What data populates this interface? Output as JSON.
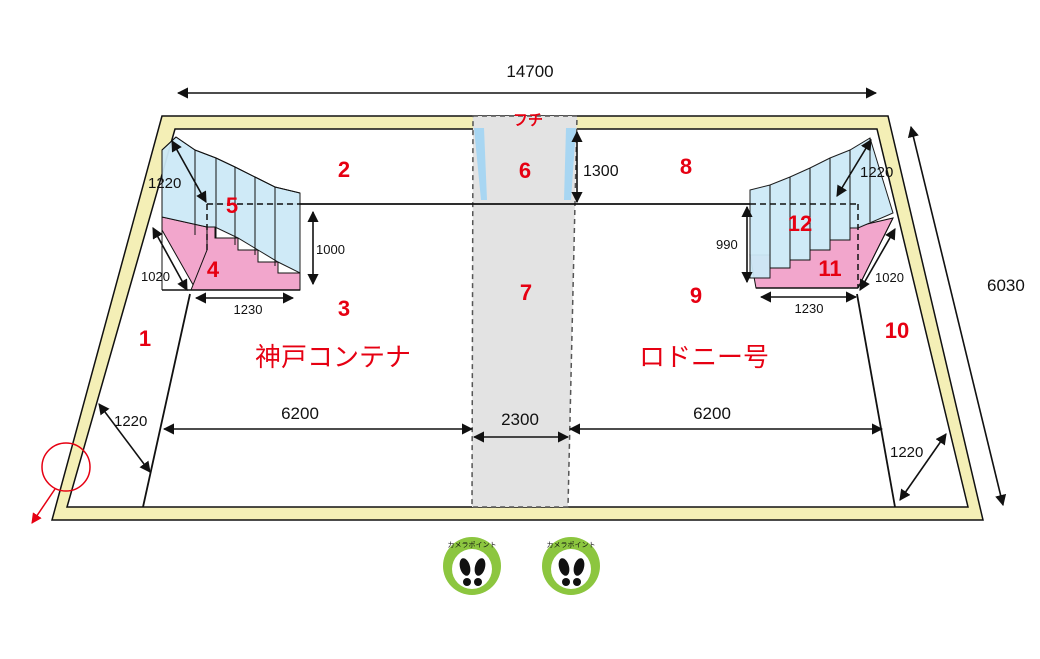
{
  "dimensions": {
    "overall_width": "14700",
    "overall_depth": "6030",
    "center_rear_depth": "1300",
    "left_width": "6200",
    "center_width": "2300",
    "right_width": "6200",
    "side_left_upper": "1220",
    "side_left_lower": "1220",
    "side_right_upper": "1220",
    "side_right_lower": "1220",
    "stage_left_height": "1000",
    "stage_left_depth": "1020",
    "stage_left_width": "1230",
    "stage_right_height": "990",
    "stage_right_depth": "1020",
    "stage_right_width": "1230"
  },
  "labels": {
    "edge": "フチ",
    "left_area": "神戸コンテナ",
    "right_area": "ロドニー号"
  },
  "areas": [
    "1",
    "2",
    "3",
    "4",
    "5",
    "6",
    "7",
    "8",
    "9",
    "10",
    "11",
    "12"
  ],
  "badges": {
    "left": "カメラポイント",
    "right": "カメラポイント"
  },
  "colors": {
    "frame": "#f4efb6",
    "pink": "#f2a6cc",
    "blue": "#cde9f7",
    "aisle": "#e2e2e2",
    "red": "#e60012",
    "badge_green": "#8cc63f"
  }
}
